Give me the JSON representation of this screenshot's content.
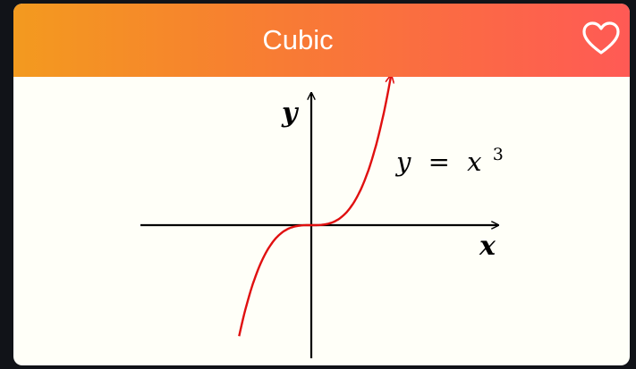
{
  "card": {
    "title": "Cubic",
    "favorite_icon": "heart-outline-icon"
  },
  "graph": {
    "x_axis_label": "x",
    "y_axis_label": "y",
    "equation": {
      "lhs": "y",
      "equals": "=",
      "base": "x",
      "exponent": "3"
    },
    "curve_color": "#e01010",
    "axis_color": "#000000"
  },
  "colors": {
    "header_start": "#f39a1f",
    "header_end": "#ff5a55",
    "background": "#fffff8"
  }
}
